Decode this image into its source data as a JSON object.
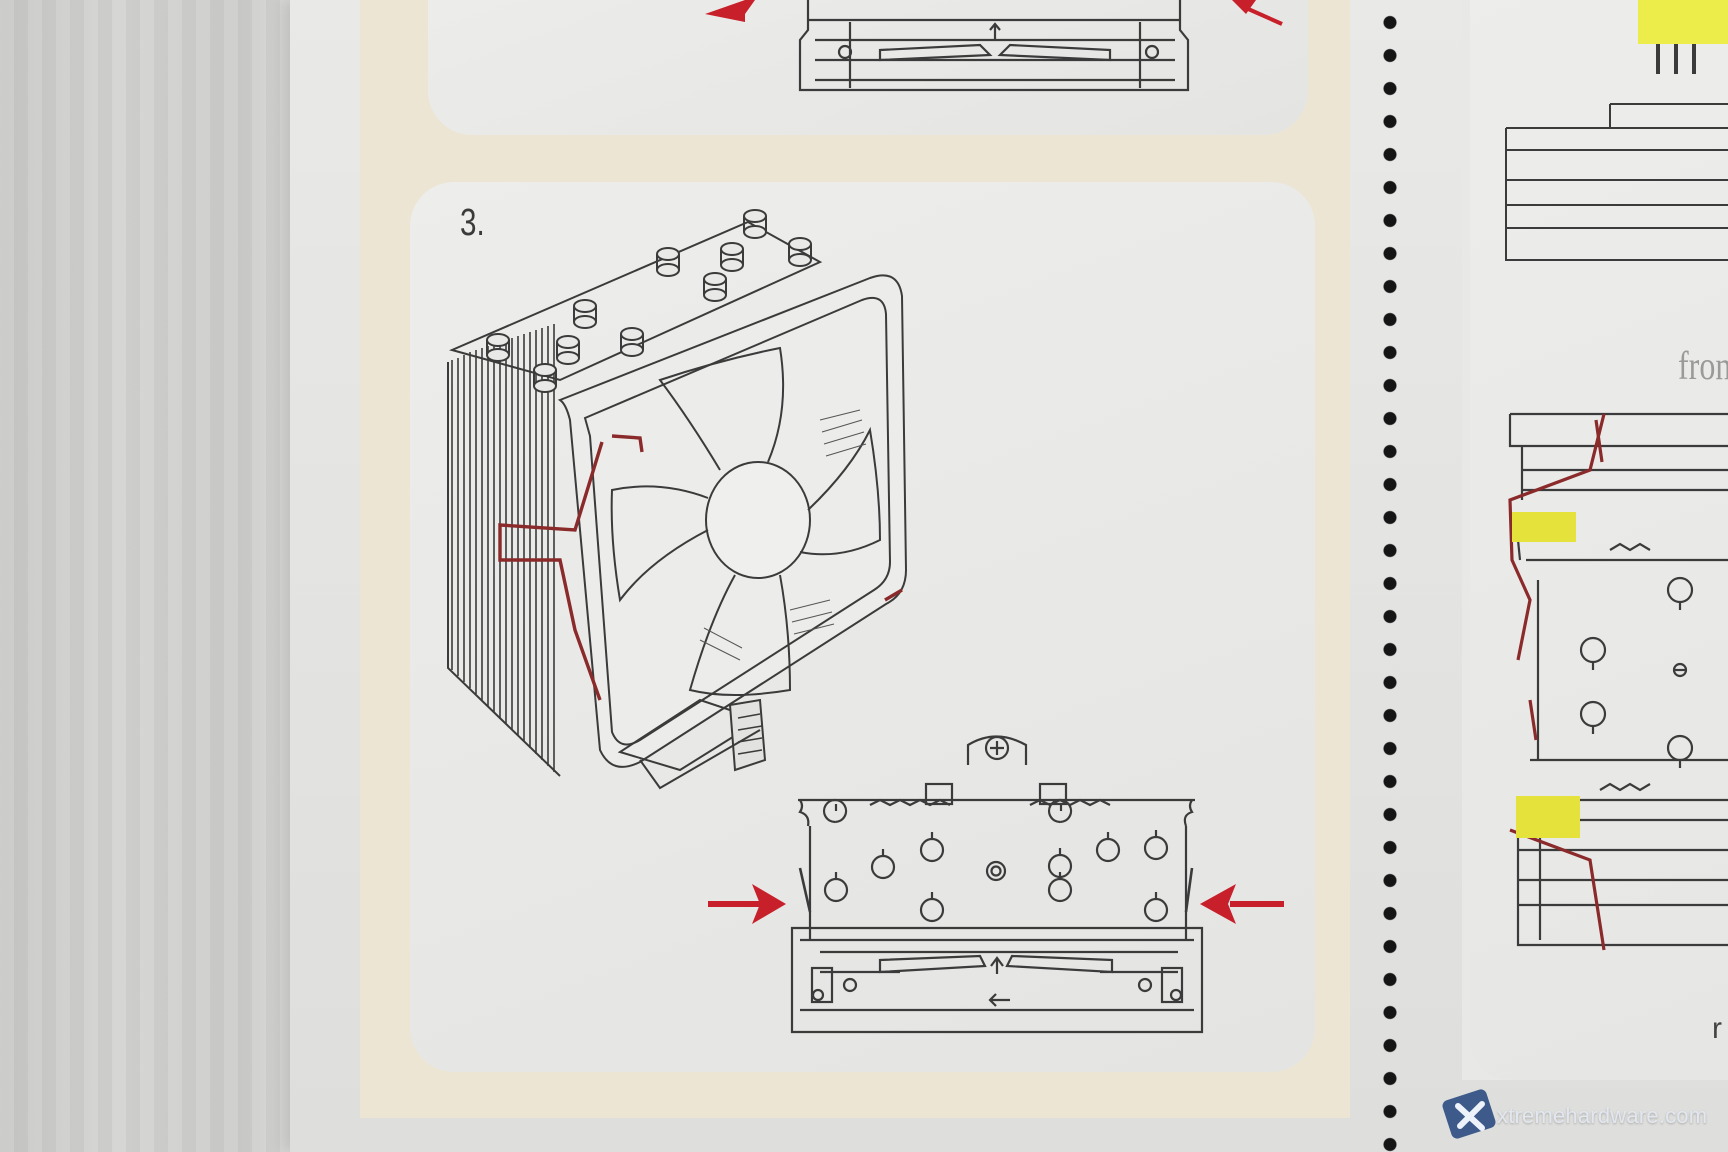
{
  "manual": {
    "step_number": "3.",
    "right_page_label": "fron",
    "right_page_fragment": "r"
  },
  "watermark": {
    "text": "xtremehardware.com",
    "logo": "x-logo-icon"
  },
  "colors": {
    "arrow_red": "#c8202a",
    "clip_dark_red": "#8a2a2a",
    "highlight_yellow": "#e5e23c",
    "line_art": "#3b3b3b",
    "beige_band": "#ece5d3"
  },
  "icons": [
    "arrow-left-icon",
    "arrow-right-icon",
    "cooler-3d-illustration",
    "cooler-front-view-diagram"
  ]
}
